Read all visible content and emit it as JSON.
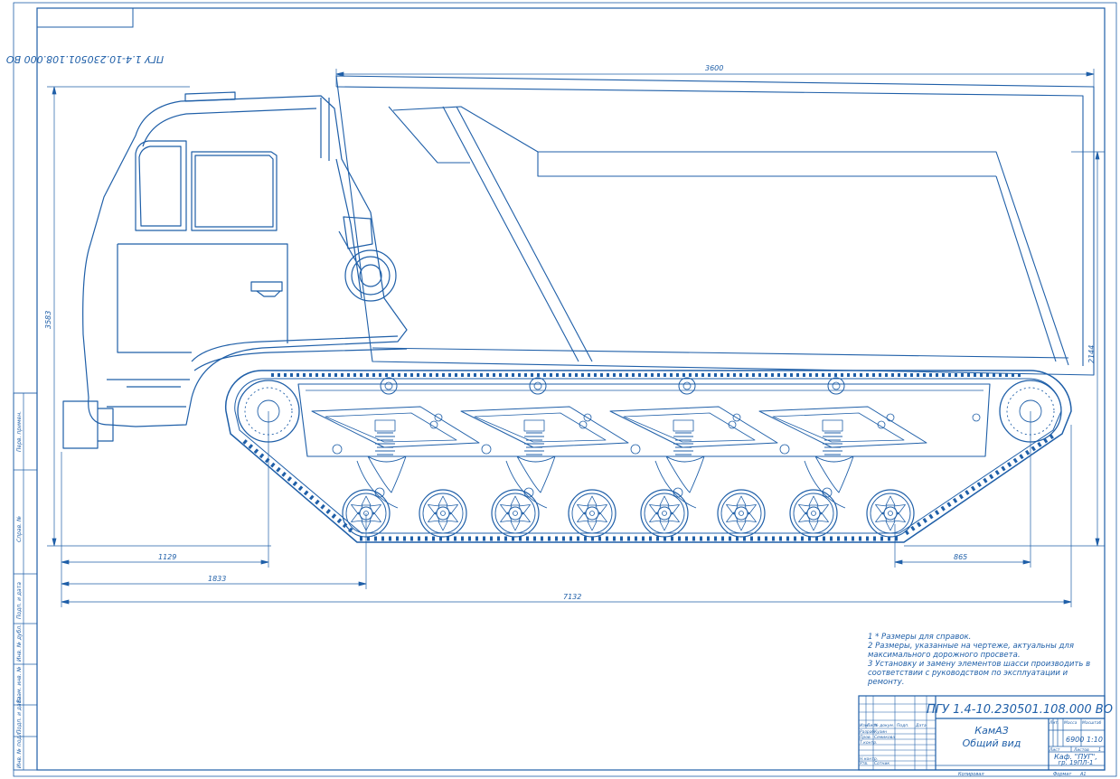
{
  "stamp_code_rotated": "ПГУ 1.4-10.230501.108.000 ВО",
  "dimensions": {
    "top_length": "3600",
    "left_height": "3583",
    "right_height": "2144",
    "wheel_offset_a": "1129",
    "wheel_offset_b": "1833",
    "overall_length": "7132",
    "rear_offset": "865"
  },
  "notes": [
    "1 * Размеры для справок.",
    "2 Размеры, указанные на чертеже, актуальны для максимального дорожного просвета.",
    "3 Установку и замену элементов шасси производить в соответствии с руководством по эксплуатации и ремонту."
  ],
  "side_strip": {
    "perv_primen": "Перв. примен.",
    "sprav_no": "Справ. №",
    "podp_data_1": "Подп. и дата",
    "inv_dubl": "Инв. № дубл.",
    "vzam_inv": "Взам. инв. №",
    "podp_data_2": "Подп. и дата",
    "inv_podl": "Инв. № подл."
  },
  "title_block": {
    "designation": "ПГУ 1.4-10.230501.108.000 ВО",
    "name_line1": "КамАЗ",
    "name_line2": "Общий вид",
    "hdr_izm": "Изм.",
    "hdr_list": "Лист",
    "hdr_ndok": "№ докум.",
    "hdr_podp": "Подп.",
    "hdr_data": "Дата",
    "razrab_label": "Разраб.",
    "razrab_name": "Кузин",
    "prov_label": "Пров.",
    "prov_name": "Семикова",
    "tkontr_label": "Т.контр.",
    "nkontr_label": "Н.контр.",
    "utv_label": "Утв.",
    "utv_name": "Сотник",
    "lit_label": "Лит.",
    "mass_label": "Масса",
    "scale_label": "Масштаб",
    "mass_value": "6900",
    "scale_value": "1:10",
    "sheet_label": "Лист",
    "sheets_label": "Листов",
    "sheets_value": "1",
    "org_line1": "Каф. \"ПУГ\",",
    "org_line2": "гр. 19ПЛ-1",
    "copied_label": "Копировал",
    "format_label": "Формат",
    "format_value": "А1"
  }
}
